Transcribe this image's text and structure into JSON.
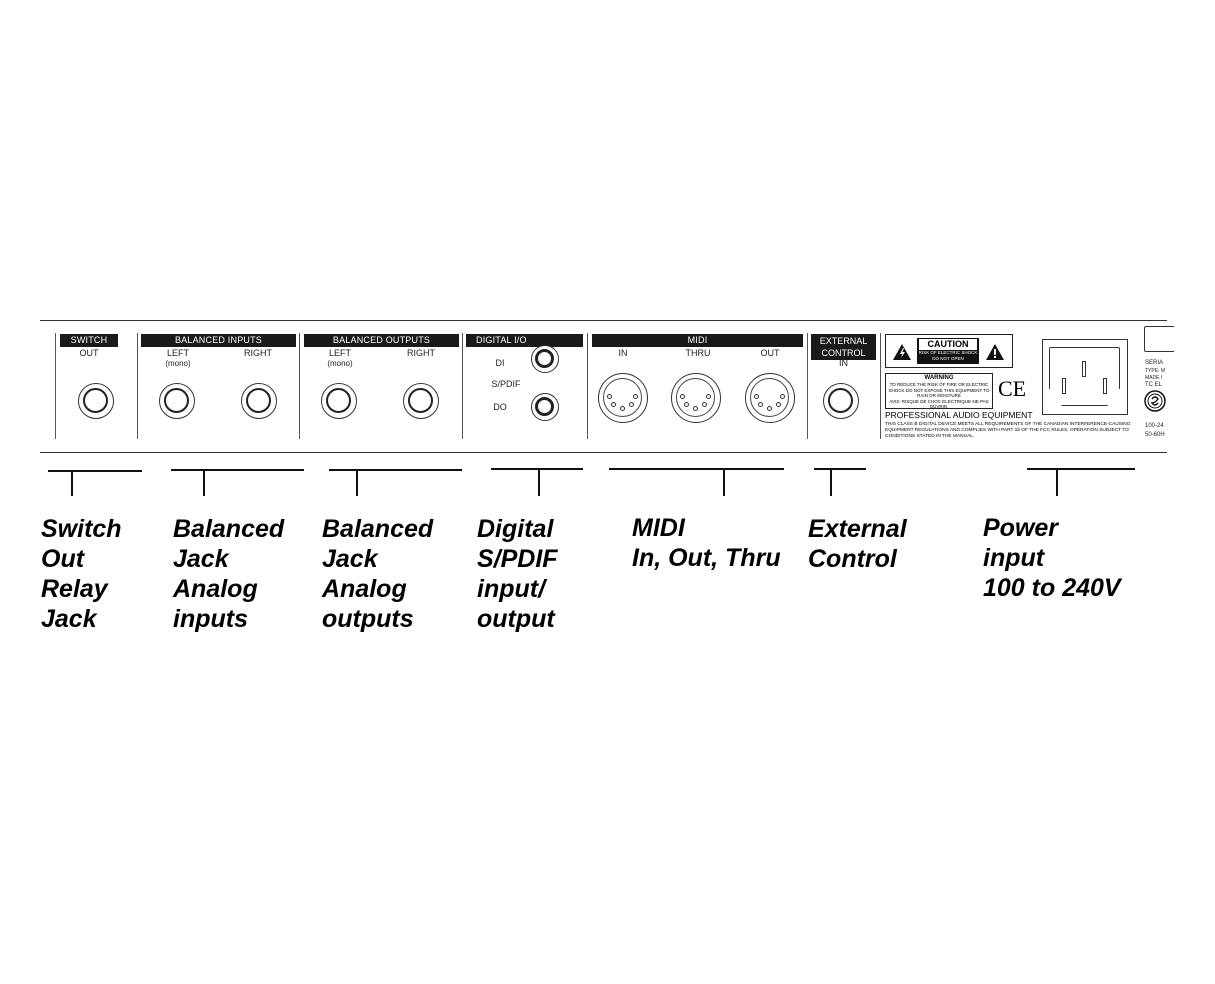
{
  "panel": {
    "switch": {
      "header": "SWITCH",
      "out_label": "OUT"
    },
    "balanced_inputs": {
      "header": "BALANCED INPUTS",
      "left_label": "LEFT",
      "left_sub": "(mono)",
      "right_label": "RIGHT"
    },
    "balanced_outputs": {
      "header": "BALANCED OUTPUTS",
      "left_label": "LEFT",
      "left_sub": "(mono)",
      "right_label": "RIGHT"
    },
    "digital_io": {
      "header": "DIGITAL I/O",
      "di_label": "DI",
      "spdif_label": "S/PDIF",
      "do_label": "DO"
    },
    "midi": {
      "header": "MIDI",
      "in_label": "IN",
      "thru_label": "THRU",
      "out_label": "OUT"
    },
    "external_control": {
      "header_line1": "EXTERNAL",
      "header_line2": "CONTROL",
      "in_label": "IN"
    },
    "safety": {
      "caution_title": "CAUTION",
      "caution_sub1": "RISK OF ELECTRIC SHOCK",
      "caution_sub2": "DO NOT OPEN",
      "warning_title": "WARNING",
      "warning_text": "TO REDUCE THE RISK OF FIRE OR ELECTRIC SHOCK DO NOT EXPOSE THIS EQUIPMENT TO RAIN OR MOISTURE",
      "avis_text": "AVIS: RISQUE DE CHOC ELECTRIQUE-NE PAS OUVRIR.",
      "ce_mark": "CE",
      "pro_audio": "PROFESSIONAL AUDIO EQUIPMENT",
      "fcc_text": "THIS CLASS B DIGITAL DEVICE MEETS ALL REQUIREMENTS OF THE CANADIAN INTERFERENCE-CAUSING EQUIPMENT REGULATIONS AND COMPLIES WITH PART 15 OF THE FCC RULES. OPERATION SUBJECT TO CONDITIONS STATED IN THE MANUAL."
    },
    "serial_block": {
      "line1": "SERIA",
      "line2": "TYPE: M",
      "line3": "MADE I",
      "line4": "TC EL",
      "line5": "100-24",
      "line6": "50-60H"
    }
  },
  "callouts": {
    "switch": "Switch\nOut\nRelay\nJack",
    "bal_in": "Balanced\nJack\nAnalog\ninputs",
    "bal_out": "Balanced\nJack\nAnalog\noutputs",
    "digital": "Digital\nS/PDIF\ninput/\noutput",
    "midi": "MIDI\nIn, Out, Thru",
    "ext": "External\nControl",
    "power": "Power\ninput\n100 to 240V"
  }
}
